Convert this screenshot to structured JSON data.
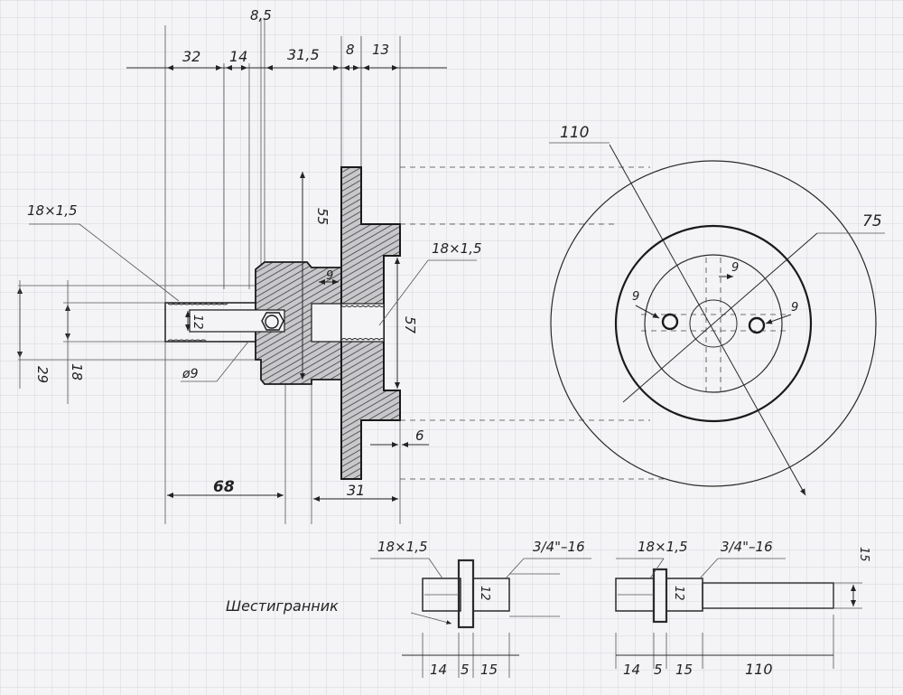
{
  "colors": {
    "paper": "#f4f4f6",
    "grid": "#c9ccd6",
    "ink": "#1a1a1a",
    "hatch": "#555555"
  },
  "side_view": {
    "top_dims": {
      "d32": "32",
      "d14": "14",
      "d8_5": "8,5",
      "d31_5": "31,5",
      "d8": "8",
      "d13": "13"
    },
    "thread_label": "18×1,5",
    "thread_label_right": "18×1,5",
    "d55": "55",
    "d9": "9",
    "d12": "12",
    "d57": "57",
    "d29": "29",
    "d18": "18",
    "phi9": "ø9",
    "d68": "68",
    "d31": "31",
    "d6": "6"
  },
  "front_view": {
    "d110": "110",
    "d75": "75",
    "d9_top": "9",
    "d9_left": "9",
    "d9_right": "9"
  },
  "part_a": {
    "thread_left": "18×1,5",
    "thread_right": "3/4\"–16",
    "hex_label": "Шестигранник",
    "d12": "12",
    "d14": "14",
    "d5": "5",
    "d15": "15"
  },
  "part_b": {
    "thread_left": "18×1,5",
    "thread_right": "3/4\"–16",
    "d12": "12",
    "d15_side": "15",
    "d14": "14",
    "d5": "5",
    "d15": "15",
    "d110": "110"
  }
}
